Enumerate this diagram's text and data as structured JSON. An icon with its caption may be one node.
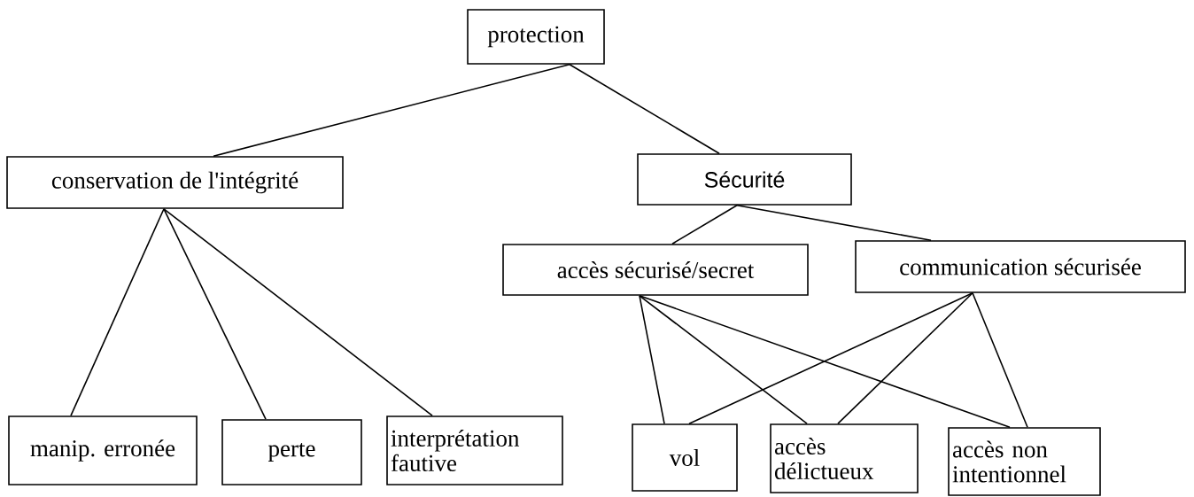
{
  "diagram": {
    "nodes": [
      {
        "text": [
          "protection"
        ]
      },
      {
        "text": [
          "conservation de l'intégrité"
        ]
      },
      {
        "text": [
          "Sécurité"
        ]
      },
      {
        "text": [
          "accès sécurisé/secret"
        ]
      },
      {
        "text": [
          "communication sécurisée"
        ]
      },
      {
        "text": [
          "manip. erronée"
        ]
      },
      {
        "text": [
          "perte"
        ]
      },
      {
        "text": [
          "interprétation fautive"
        ]
      },
      {
        "text": [
          "vol"
        ]
      },
      {
        "text": [
          "accès délictueux"
        ]
      },
      {
        "text": [
          "accès non intentionnel"
        ]
      }
    ],
    "edges": [
      {
        "from": 0,
        "to": 1,
        "arrow": "none"
      },
      {
        "from": 0,
        "to": 2,
        "arrow": "none"
      },
      {
        "from": 1,
        "to": 5,
        "arrow": "none"
      },
      {
        "from": 1,
        "to": 6,
        "arrow": "none"
      },
      {
        "from": 1,
        "to": 7,
        "arrow": "none"
      },
      {
        "from": 2,
        "to": 3,
        "arrow": "none"
      },
      {
        "from": 2,
        "to": 4,
        "arrow": "none"
      },
      {
        "from": 3,
        "to": 8,
        "arrow": "none"
      },
      {
        "from": 3,
        "to": 9,
        "arrow": "none"
      },
      {
        "from": 3,
        "to": 10,
        "arrow": "none"
      },
      {
        "from": 4,
        "to": 8,
        "arrow": "none"
      },
      {
        "from": 4,
        "to": 9,
        "arrow": "none"
      },
      {
        "from": 4,
        "to": 10,
        "arrow": "none"
      }
    ]
  }
}
